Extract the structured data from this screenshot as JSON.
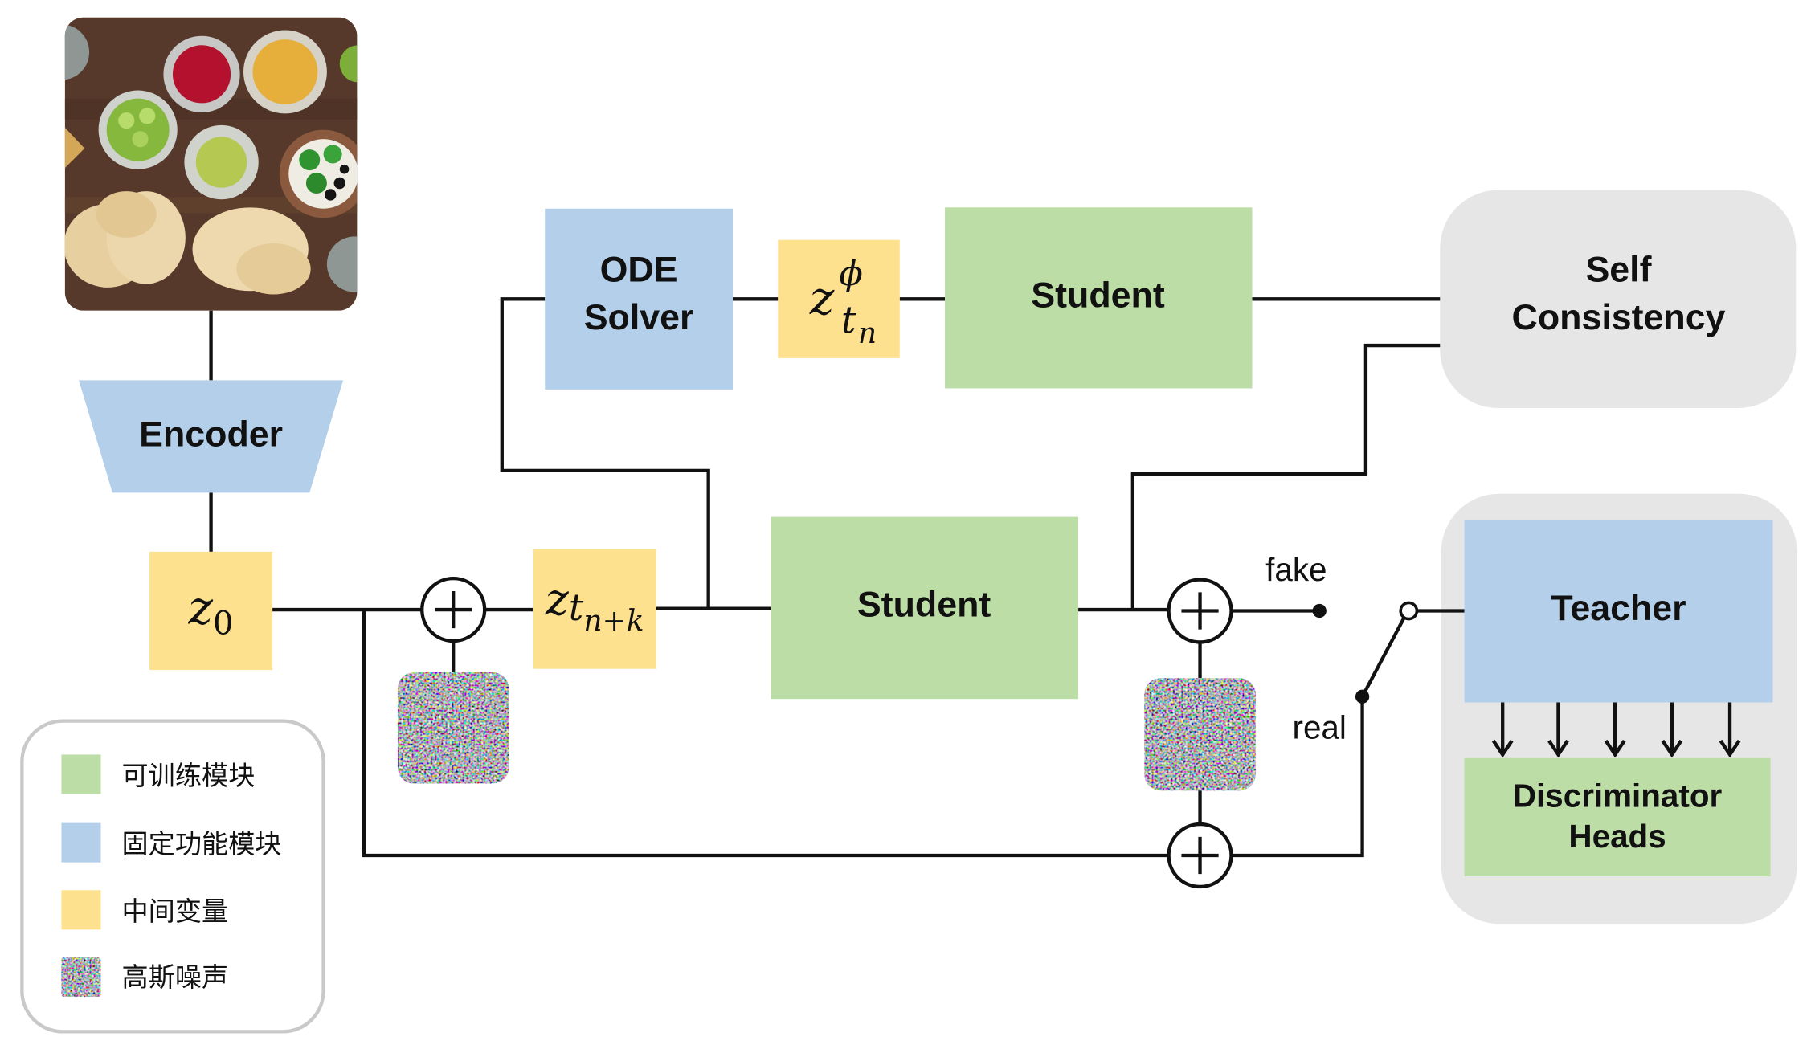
{
  "diagram": {
    "encoder": "Encoder",
    "ode_solver": {
      "lines": [
        "ODE",
        "Solver"
      ]
    },
    "student_top": "Student",
    "student_bottom": "Student",
    "self_consistency": {
      "lines": [
        "Self",
        "Consistency"
      ]
    },
    "teacher": "Teacher",
    "discriminator_heads": {
      "lines": [
        "Discriminator",
        "Heads"
      ]
    },
    "fake_label": "fake",
    "real_label": "real",
    "latents": {
      "z0": {
        "base": "z",
        "sub": "0"
      },
      "z_tn_phi": {
        "base": "z",
        "sup": "ϕ",
        "sub": "t",
        "subsub": "n"
      },
      "z_tnk": {
        "base": "z",
        "sub": "t",
        "subsub": "n+k"
      }
    }
  },
  "legend": {
    "items": [
      {
        "label": "可训练模块"
      },
      {
        "label": "固定功能模块"
      },
      {
        "label": "中间变量"
      },
      {
        "label": "高斯噪声"
      }
    ]
  },
  "colors": {
    "trainable": "#bddda7",
    "fixed": "#b4cfea",
    "intermediate": "#fde18e",
    "group_background": "#e6e6e6",
    "legend_border": "#c9c9c9"
  }
}
